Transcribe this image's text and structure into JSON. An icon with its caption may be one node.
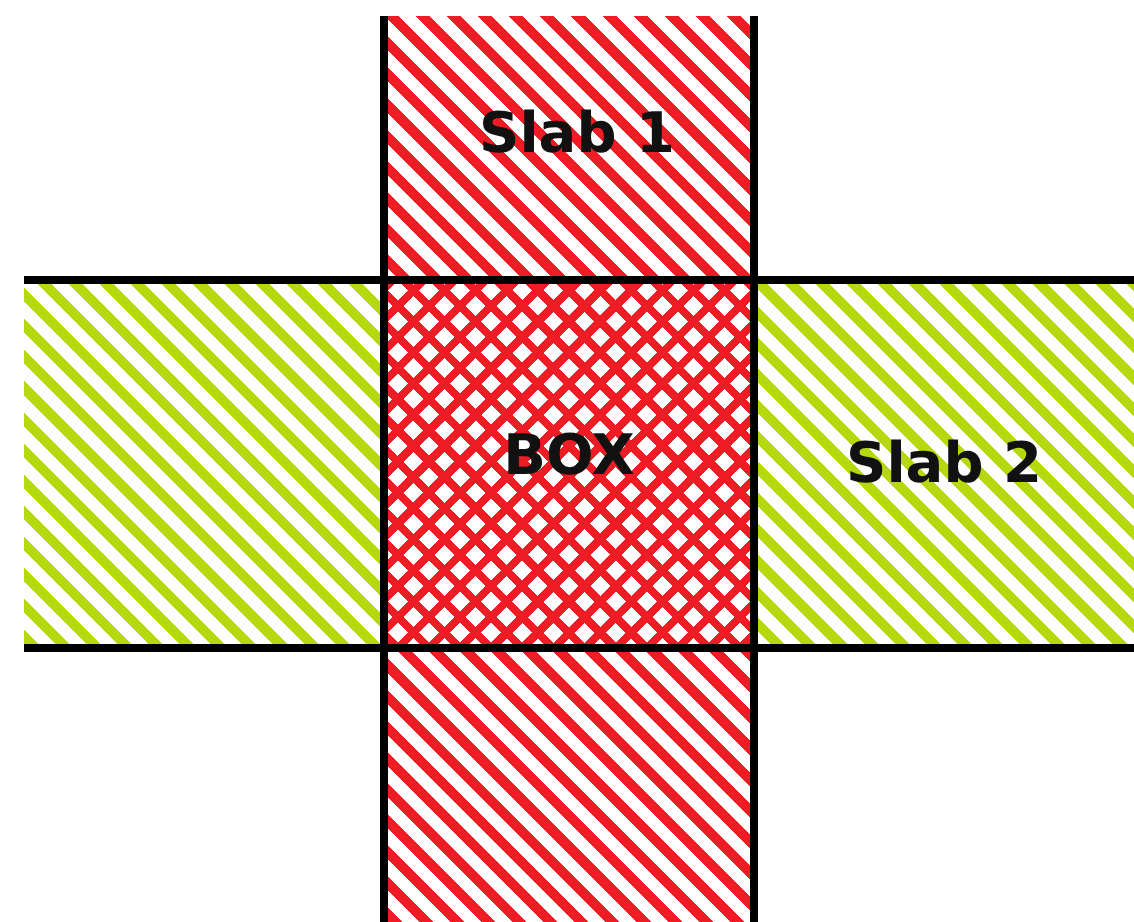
{
  "diagram": {
    "nodes": [
      {
        "text": [
          "Slab 1"
        ]
      },
      {
        "text": [
          "Slab 2"
        ]
      },
      {
        "text": [
          "BOX"
        ]
      }
    ],
    "edges": []
  }
}
